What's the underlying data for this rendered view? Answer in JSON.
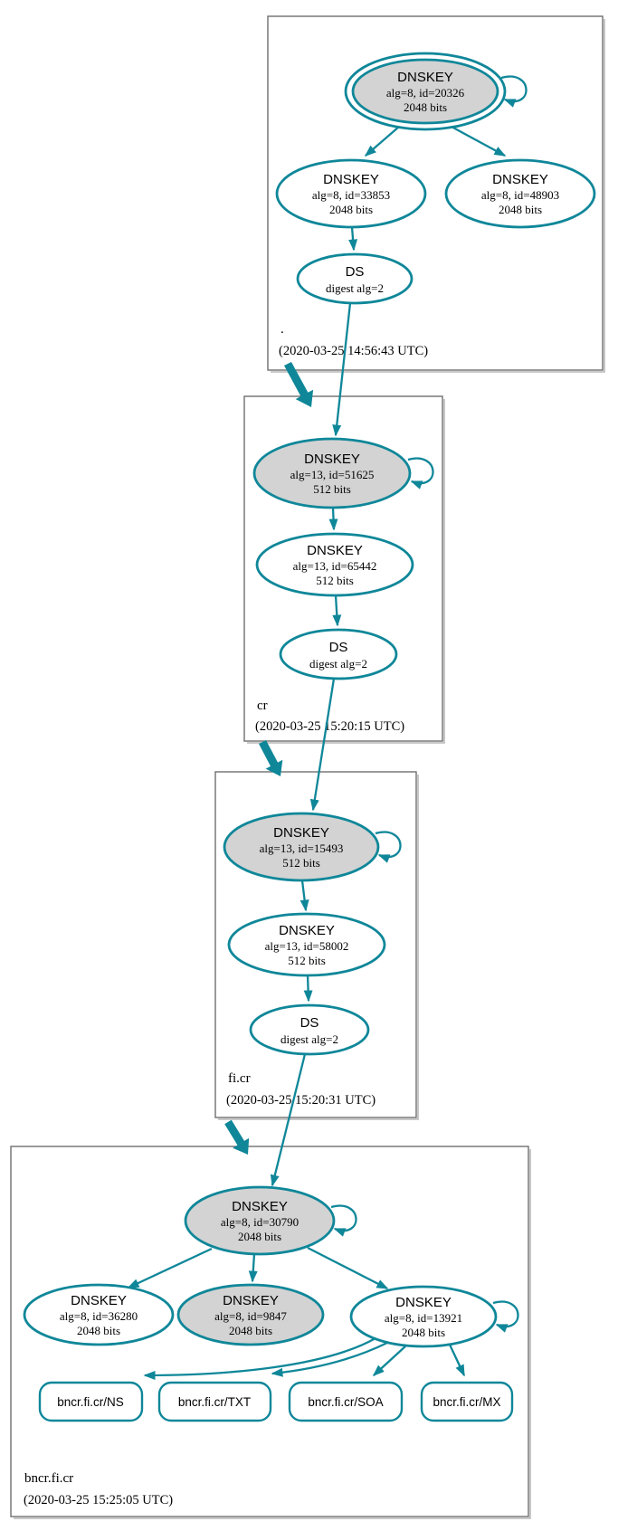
{
  "colors": {
    "secure_edge": "#0f8799",
    "key_fill_gray": "#d3d3d3",
    "node_fill_white": "#ffffff",
    "zone_box_border": "#6f6f6f",
    "text": "#000000"
  },
  "zones": [
    {
      "label": ".",
      "timestamp": "(2020-03-25 14:56:43 UTC)",
      "ksk": {
        "title": "DNSKEY",
        "detail": "alg=8, id=20326",
        "bits": "2048 bits"
      },
      "zsk": {
        "title": "DNSKEY",
        "detail": "alg=8, id=33853",
        "bits": "2048 bits"
      },
      "zsk2": {
        "title": "DNSKEY",
        "detail": "alg=8, id=48903",
        "bits": "2048 bits"
      },
      "ds": {
        "title": "DS",
        "detail": "digest alg=2"
      }
    },
    {
      "label": "cr",
      "timestamp": "(2020-03-25 15:20:15 UTC)",
      "ksk": {
        "title": "DNSKEY",
        "detail": "alg=13, id=51625",
        "bits": "512 bits"
      },
      "zsk": {
        "title": "DNSKEY",
        "detail": "alg=13, id=65442",
        "bits": "512 bits"
      },
      "ds": {
        "title": "DS",
        "detail": "digest alg=2"
      }
    },
    {
      "label": "fi.cr",
      "timestamp": "(2020-03-25 15:20:31 UTC)",
      "ksk": {
        "title": "DNSKEY",
        "detail": "alg=13, id=15493",
        "bits": "512 bits"
      },
      "zsk": {
        "title": "DNSKEY",
        "detail": "alg=13, id=58002",
        "bits": "512 bits"
      },
      "ds": {
        "title": "DS",
        "detail": "digest alg=2"
      }
    },
    {
      "label": "bncr.fi.cr",
      "timestamp": "(2020-03-25 15:25:05 UTC)",
      "ksk": {
        "title": "DNSKEY",
        "detail": "alg=8, id=30790",
        "bits": "2048 bits"
      },
      "key2": {
        "title": "DNSKEY",
        "detail": "alg=8, id=36280",
        "bits": "2048 bits"
      },
      "key3": {
        "title": "DNSKEY",
        "detail": "alg=8, id=9847",
        "bits": "2048 bits"
      },
      "key4": {
        "title": "DNSKEY",
        "detail": "alg=8, id=13921",
        "bits": "2048 bits"
      },
      "rrsets": [
        {
          "label": "bncr.fi.cr/NS"
        },
        {
          "label": "bncr.fi.cr/TXT"
        },
        {
          "label": "bncr.fi.cr/SOA"
        },
        {
          "label": "bncr.fi.cr/MX"
        }
      ]
    }
  ]
}
